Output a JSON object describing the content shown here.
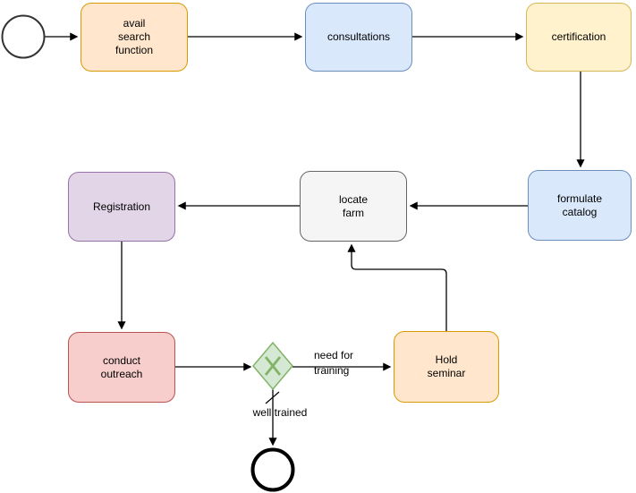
{
  "diagram": {
    "background": "#ffffff",
    "edge_color": "#000000",
    "nodes": {
      "start_event": {
        "shape": "bpmn-start-event",
        "fill": "#ffffff",
        "stroke": "#333333"
      },
      "avail_search": {
        "label": "avail\nsearch\nfunction",
        "fill": "#ffe6cc",
        "stroke": "#d79b00"
      },
      "consultations": {
        "label": "consultations",
        "fill": "#dae8fc",
        "stroke": "#6c8ebf"
      },
      "certification": {
        "label": "certification",
        "fill": "#fff2cc",
        "stroke": "#d6b656"
      },
      "formulate_catalog": {
        "label": "formulate\ncatalog",
        "fill": "#dae8fc",
        "stroke": "#6c8ebf"
      },
      "locate_farm": {
        "label": "locate\nfarm",
        "fill": "#f5f5f5",
        "stroke": "#666666"
      },
      "registration": {
        "label": "Registration",
        "fill": "#e1d5e7",
        "stroke": "#9673a6"
      },
      "conduct_outreach": {
        "label": "conduct\noutreach",
        "fill": "#f8cecc",
        "stroke": "#b85450"
      },
      "gateway": {
        "shape": "exclusive-gateway-x",
        "fill": "#d5e8d4",
        "stroke": "#82b366",
        "icon_stroke": "#82b366"
      },
      "hold_seminar": {
        "label": "Hold\nseminar",
        "fill": "#ffe6cc",
        "stroke": "#d79b00"
      },
      "end_event": {
        "shape": "bpmn-end-event",
        "fill": "#ffffff",
        "stroke": "#000000"
      }
    },
    "edge_labels": {
      "need_for_training": "need for\ntraining",
      "well_trained": "well trained"
    }
  }
}
